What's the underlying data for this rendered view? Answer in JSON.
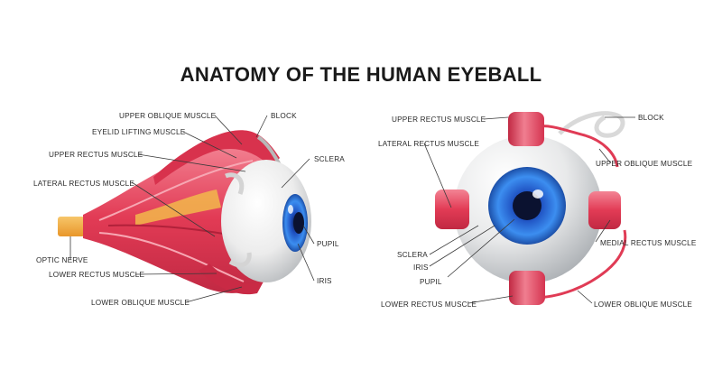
{
  "title": "ANATOMY OF THE HUMAN EYEBALL",
  "side_view": {
    "labels": {
      "upper_oblique_muscle": "UPPER OBLIQUE MUSCLE",
      "block": "BLOCK",
      "eyelid_lifting_muscle": "EYELID LIFTING MUSCLE",
      "upper_rectus_muscle": "UPPER RECTUS MUSCLE",
      "sclera": "SCLERA",
      "lateral_rectus_muscle": "LATERAL RECTUS MUSCLE",
      "pupil": "PUPIL",
      "optic_nerve": "OPTIC NERVE",
      "iris": "IRIS",
      "lower_rectus_muscle": "LOWER RECTUS MUSCLE",
      "lower_oblique_muscle": "LOWER OBLIQUE MUSCLE"
    }
  },
  "front_view": {
    "labels": {
      "upper_rectus_muscle": "UPPER RECTUS MUSCLE",
      "block": "BLOCK",
      "lateral_rectus_muscle": "LATERAL RECTUS MUSCLE",
      "upper_oblique_muscle": "UPPER OBLIQUE MUSCLE",
      "medial_rectus_muscle": "MEDIAL RECTUS MUSCLE",
      "sclera": "SCLERA",
      "iris": "IRIS",
      "pupil": "PUPIL",
      "lower_rectus_muscle": "LOWER RECTUS MUSCLE",
      "lower_oblique_muscle": "LOWER OBLIQUE MUSCLE"
    }
  },
  "colors": {
    "muscle": "#e23b55",
    "muscle_light": "#f58a9a",
    "sclera": "#e9eaea",
    "iris": "#2c6fd6",
    "pupil": "#0b1230",
    "optic_nerve": "#f2a93b",
    "tendon": "#dcdcdc"
  }
}
